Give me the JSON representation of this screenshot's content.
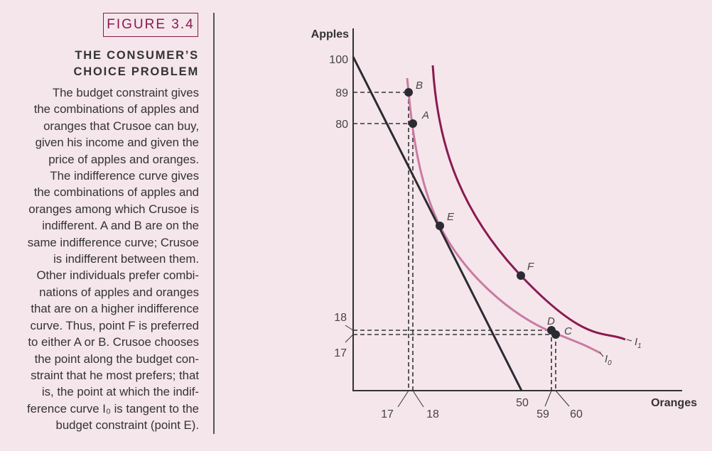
{
  "figure": {
    "label": "FIGURE 3.4",
    "title_lines": [
      "THE CONSUMER’S",
      "CHOICE PROBLEM"
    ],
    "caption_lines": [
      "The budget constraint gives",
      "the combinations of apples and",
      "oranges that Crusoe can buy,",
      "given his income and given the",
      "price of apples and oranges.",
      "The indifference curve gives",
      "the combinations of apples and",
      "oranges among which Crusoe is",
      "indifferent. A and B are on the",
      "same indifference curve; Crusoe",
      "is indifferent between them.",
      "Other individuals prefer combi-",
      "nations of apples and oranges",
      "that are on a higher indifference",
      "curve. Thus, point F is preferred",
      "to either A or B. Crusoe chooses",
      "the point along the budget con-",
      "straint that he most prefers; that",
      "is, the point at which the indif-",
      "ference curve I₀ is tangent to the",
      "budget constraint (point E)."
    ]
  },
  "chart_data": {
    "type": "line",
    "xlabel": "Oranges",
    "ylabel": "Apples",
    "x_ticks": [
      "17",
      "18",
      "50",
      "59",
      "60"
    ],
    "y_ticks": [
      "100",
      "89",
      "80",
      "18",
      "17"
    ],
    "series": [
      {
        "name": "",
        "role": "budget constraint",
        "points": [
          [
            0,
            100
          ],
          [
            50,
            0
          ]
        ],
        "color": "#2b2b33"
      },
      {
        "name": "I₀",
        "points": [
          [
            17,
            95
          ],
          [
            17,
            89
          ],
          [
            18,
            80
          ],
          [
            25,
            50
          ],
          [
            36,
            29
          ],
          [
            59,
            18
          ],
          [
            60,
            17
          ],
          [
            72,
            12
          ]
        ],
        "color": "#c97ba0"
      },
      {
        "name": "I₁",
        "points": [
          [
            24,
            94
          ],
          [
            26,
            80
          ],
          [
            31,
            62
          ],
          [
            48,
            35
          ],
          [
            68,
            20
          ],
          [
            80,
            16
          ]
        ],
        "color": "#8b1a4f"
      }
    ],
    "points": [
      {
        "label": "B",
        "x": 17,
        "y": 89
      },
      {
        "label": "A",
        "x": 18,
        "y": 80
      },
      {
        "label": "E",
        "x": 25,
        "y": 50
      },
      {
        "label": "F",
        "x": 48,
        "y": 35
      },
      {
        "label": "D",
        "x": 59,
        "y": 18
      },
      {
        "label": "C",
        "x": 60,
        "y": 17
      }
    ]
  }
}
